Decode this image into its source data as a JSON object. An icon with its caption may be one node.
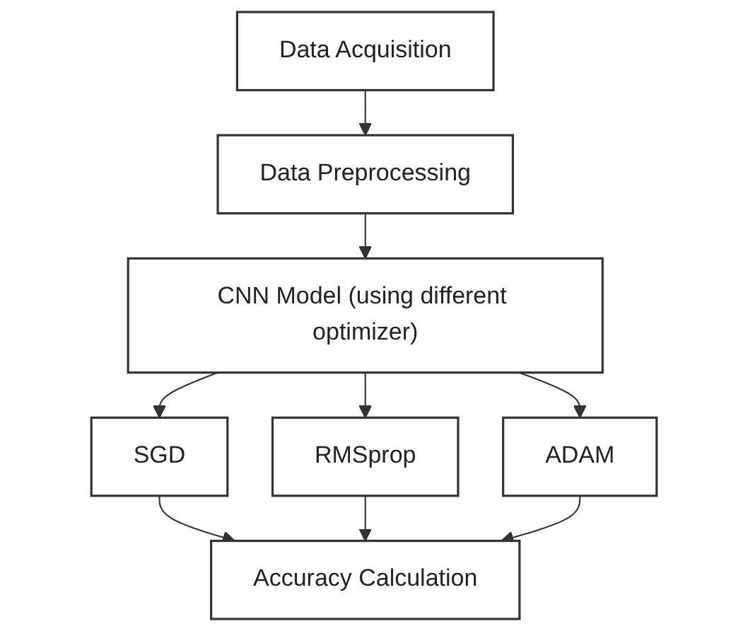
{
  "diagram": {
    "nodes": [
      {
        "text": [
          "Data Acquisition"
        ]
      },
      {
        "text": [
          "Data Preprocessing"
        ]
      },
      {
        "text": [
          "CNN Model (using different optimizer)"
        ]
      },
      {
        "text": [
          "SGD"
        ]
      },
      {
        "text": [
          "RMSprop"
        ]
      },
      {
        "text": [
          "ADAM"
        ]
      },
      {
        "text": [
          "Accuracy Calculation"
        ]
      }
    ],
    "edges": [
      {
        "from": 0,
        "to": 1,
        "arrow": "to"
      },
      {
        "from": 1,
        "to": 2,
        "arrow": "to"
      },
      {
        "from": 2,
        "to": 3,
        "arrow": "to"
      },
      {
        "from": 2,
        "to": 4,
        "arrow": "to"
      },
      {
        "from": 2,
        "to": 5,
        "arrow": "to"
      },
      {
        "from": 3,
        "to": 6,
        "arrow": "to"
      },
      {
        "from": 4,
        "to": 6,
        "arrow": "to"
      },
      {
        "from": 5,
        "to": 6,
        "arrow": "to"
      }
    ]
  }
}
